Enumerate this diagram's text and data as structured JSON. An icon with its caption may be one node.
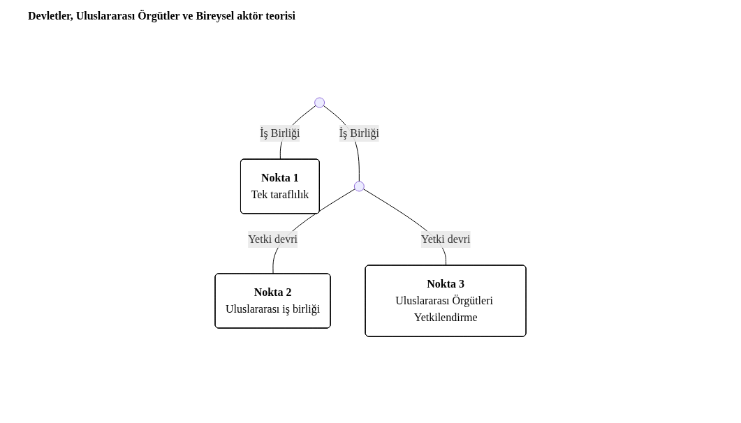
{
  "diagram": {
    "title": "Devletler, Uluslararası Örgütler ve Bireysel aktör teorisi",
    "nodes": [
      {
        "text": [],
        "shape": "point"
      },
      {
        "text": [
          "Nokta 1",
          "Tek taraflılık"
        ]
      },
      {
        "text": [],
        "shape": "point"
      },
      {
        "text": [
          "Nokta 2",
          "Uluslararası iş birliği"
        ]
      },
      {
        "text": [
          "Nokta 3",
          "Uluslararası Örgütleri Yetkilendirme"
        ]
      }
    ],
    "edges": [
      {
        "from": 0,
        "to": 1,
        "arrow": "none",
        "label": "İş Birliği"
      },
      {
        "from": 0,
        "to": 2,
        "arrow": "none",
        "label": "İş Birliği"
      },
      {
        "from": 2,
        "to": 3,
        "arrow": "none",
        "label": "Yetki devri"
      },
      {
        "from": 2,
        "to": 4,
        "arrow": "none",
        "label": "Yetki devri"
      }
    ]
  }
}
